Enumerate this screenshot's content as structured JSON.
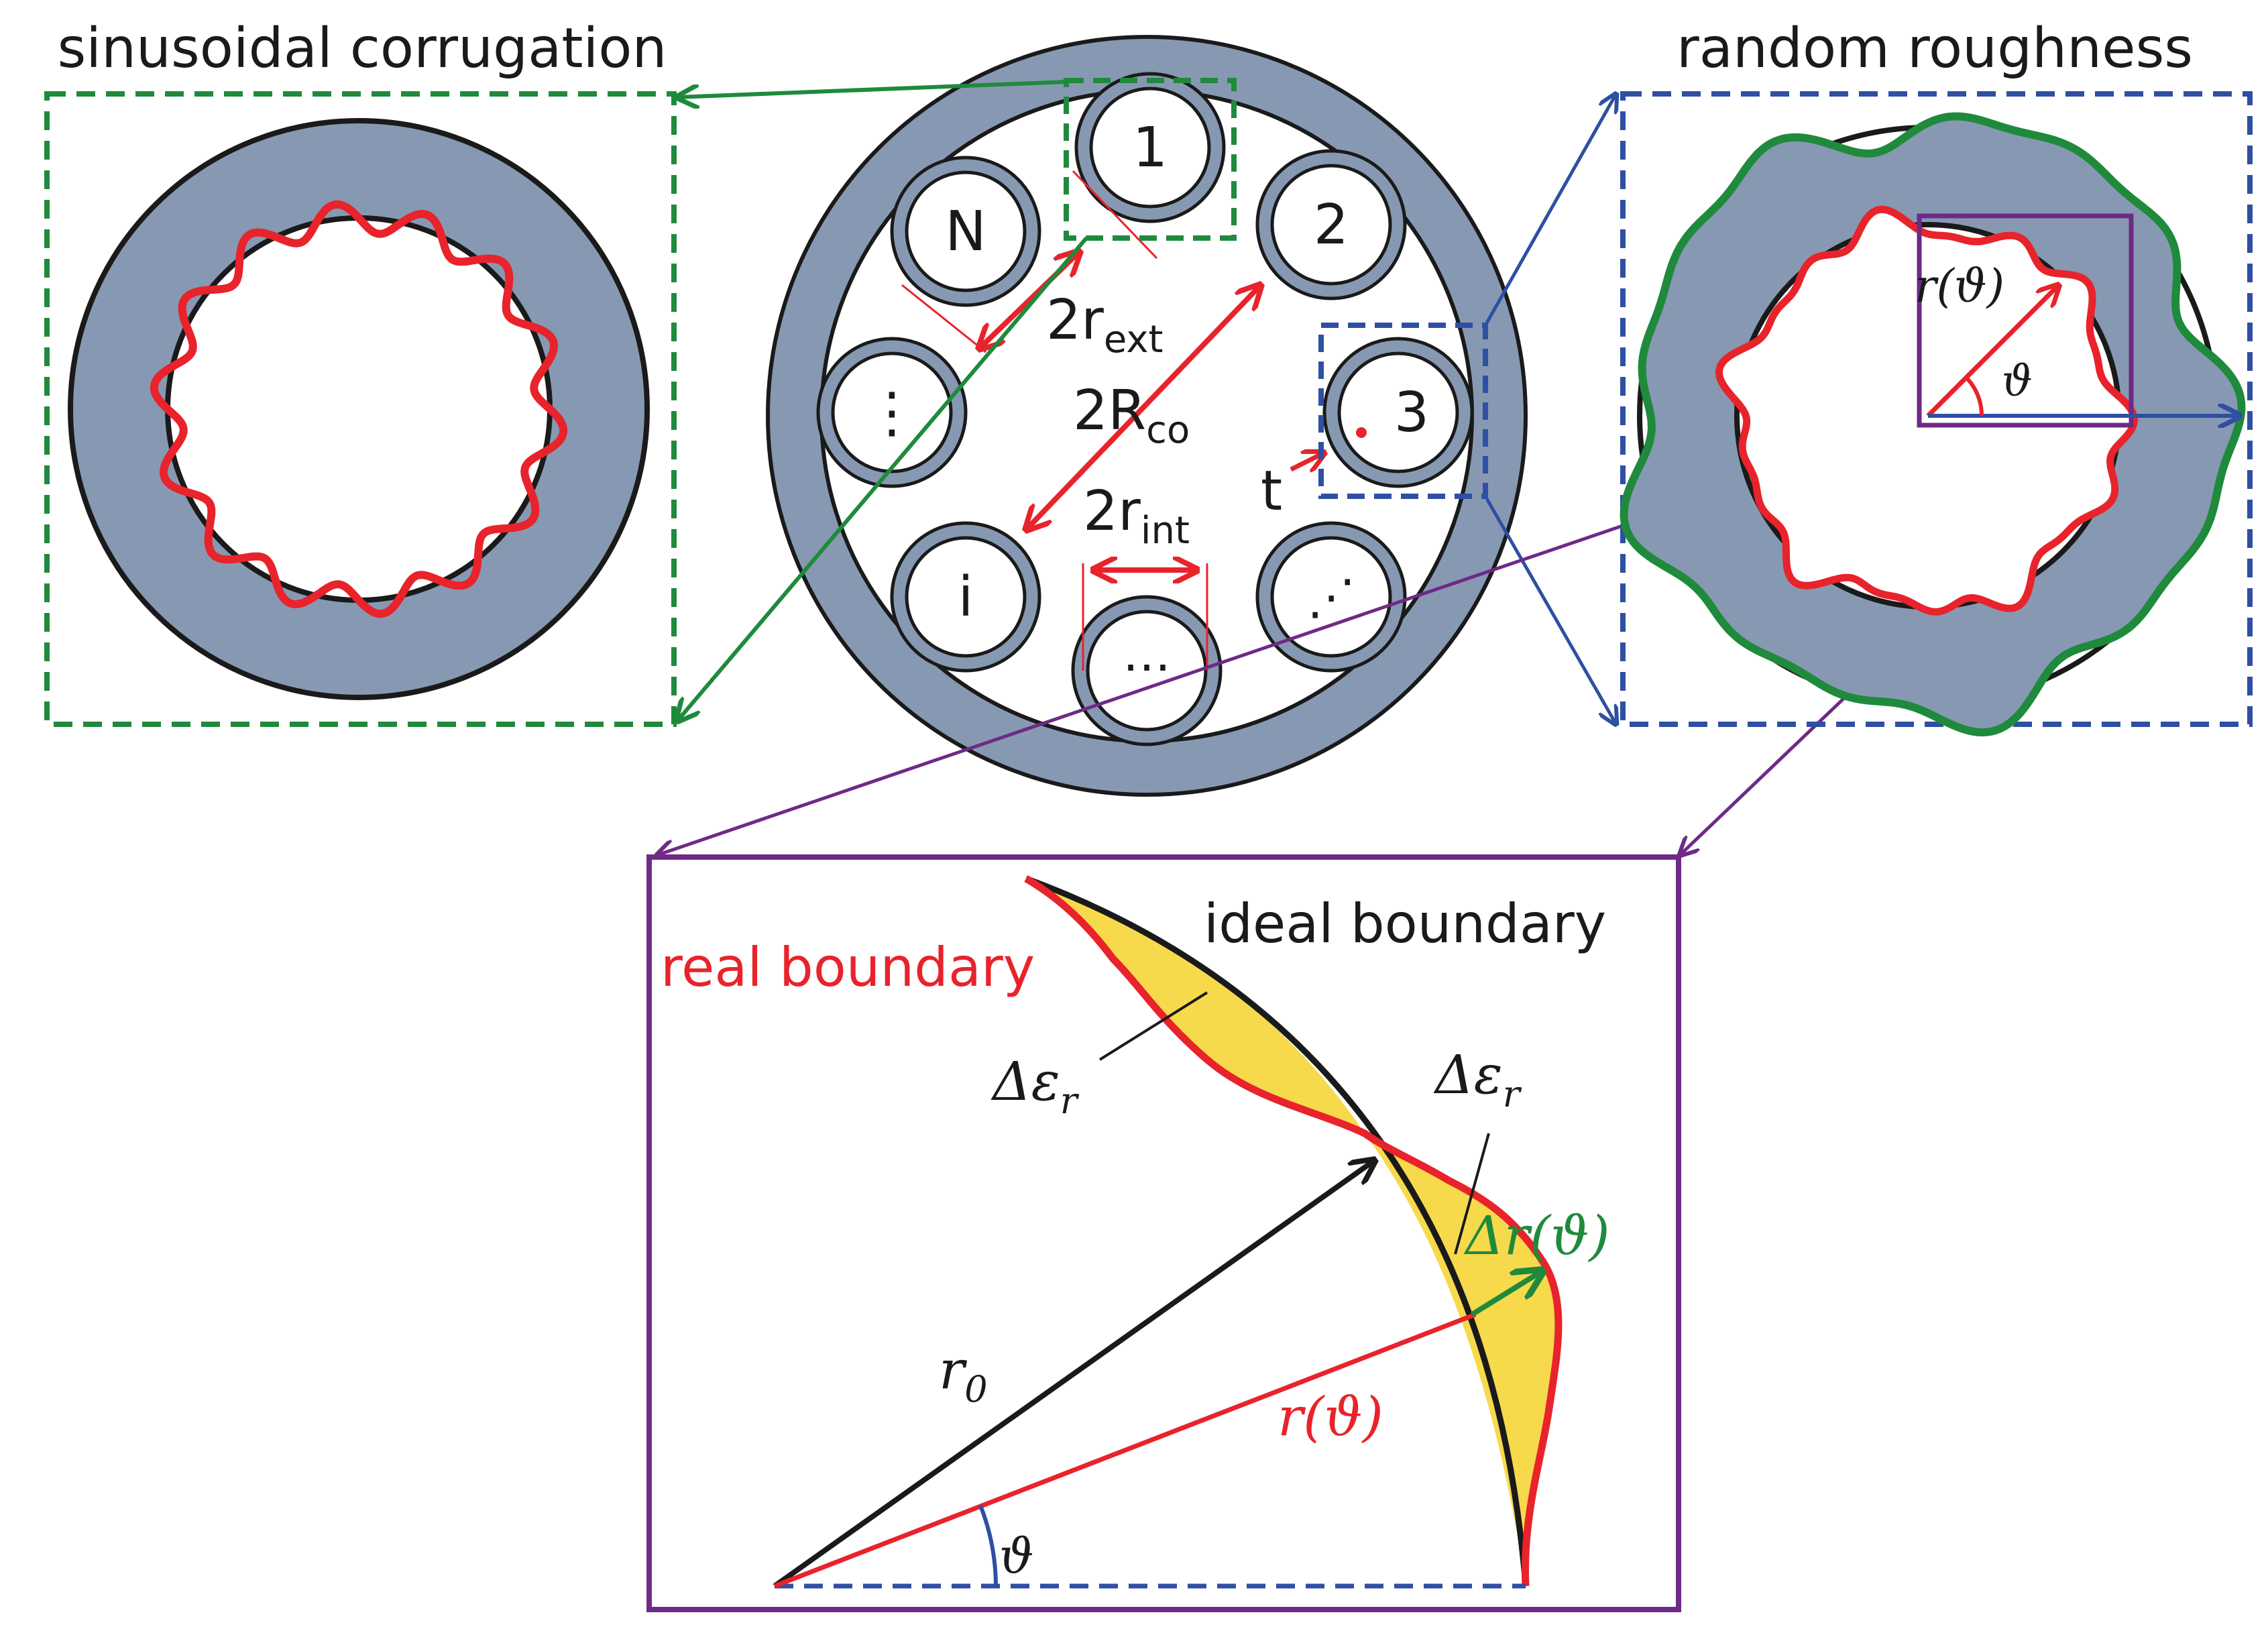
{
  "panels": {
    "left_title": "sinusoidal corrugation",
    "right_title": "random roughness"
  },
  "cable": {
    "conductors": [
      "1",
      "2",
      "3",
      "⋰",
      "…",
      "i",
      "⋮",
      "N"
    ],
    "labels": {
      "r_ext_main": "2r",
      "r_ext_sub": "ext",
      "R_co_main": "2R",
      "R_co_sub": "co",
      "r_int_main": "2r",
      "r_int_sub": "int",
      "t": "t"
    }
  },
  "roughness": {
    "r_label": "r(ϑ)",
    "theta_label": "ϑ"
  },
  "detail": {
    "ideal_label": "ideal boundary",
    "real_label": "real boundary",
    "delta_eps_1": "Δε",
    "delta_eps_1_sub": "r",
    "delta_eps_2": "Δε",
    "delta_eps_2_sub": "r",
    "delta_r": "Δr(ϑ)",
    "r0_main": "r",
    "r0_sub": "0",
    "r_theta": "r(ϑ)",
    "theta": "ϑ"
  },
  "colors": {
    "metal": "#8799b2",
    "red": "#e8232b",
    "green": "#1f8a3c",
    "blue": "#2e4fa3",
    "purple": "#6e2a86",
    "yellow": "#f7d94c",
    "black": "#1a1a1a"
  }
}
